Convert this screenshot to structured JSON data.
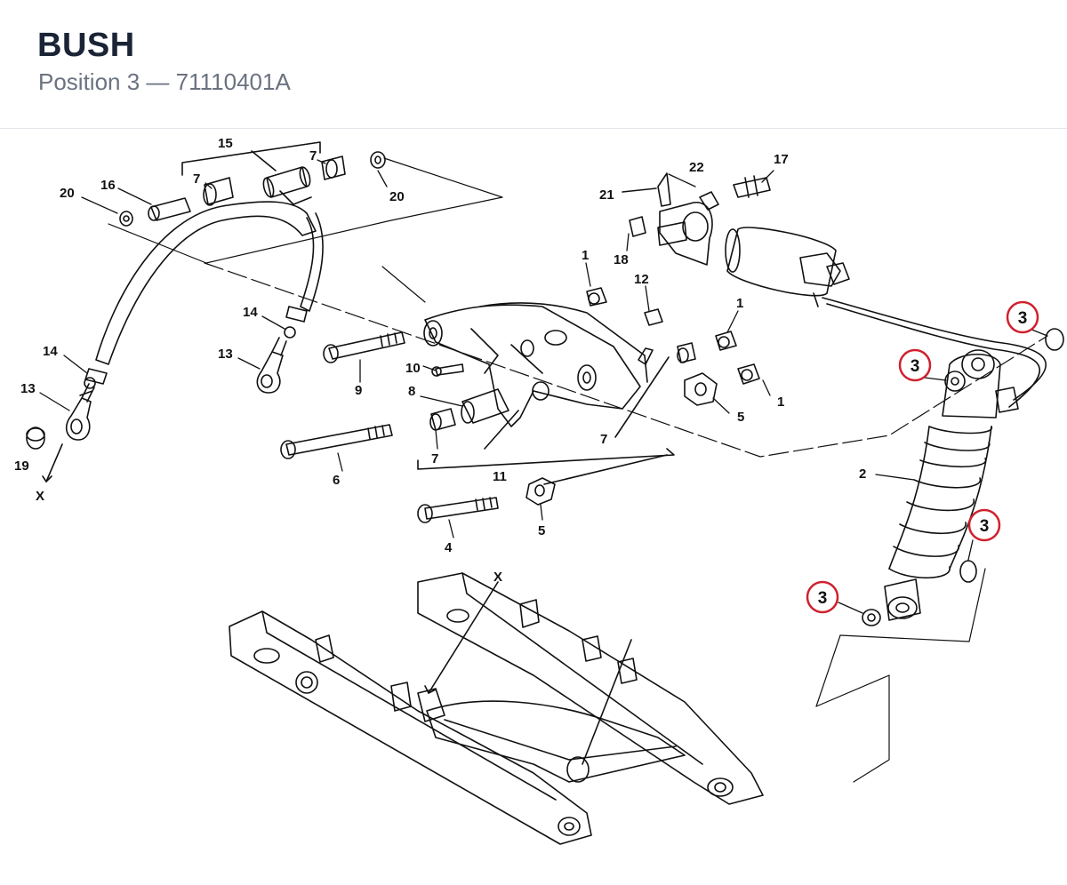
{
  "header": {
    "title": "BUSH",
    "subtitle": "Position 3 — 71110401A"
  },
  "callouts": {
    "c15": "15",
    "c7a": "7",
    "c7b": "7",
    "c20a": "20",
    "c16": "16",
    "c20b": "20",
    "c17": "17",
    "c22": "22",
    "c21": "21",
    "c18": "18",
    "c1a": "1",
    "c12": "12",
    "c1b": "1",
    "c1c": "1",
    "c14a": "14",
    "c14b": "14",
    "c13a": "13",
    "c13b": "13",
    "c19": "19",
    "cxa": "X",
    "c9": "9",
    "c10": "10",
    "c8": "8",
    "c5a": "5",
    "c7c": "7",
    "c7d": "7",
    "c6": "6",
    "c11": "11",
    "c5b": "5",
    "c4": "4",
    "c2": "2",
    "cxb": "X"
  },
  "highlights": {
    "h1": "3",
    "h2": "3",
    "h3": "3",
    "h4": "3"
  },
  "colors": {
    "highlight_ring": "#d0202e",
    "line": "#111111"
  }
}
